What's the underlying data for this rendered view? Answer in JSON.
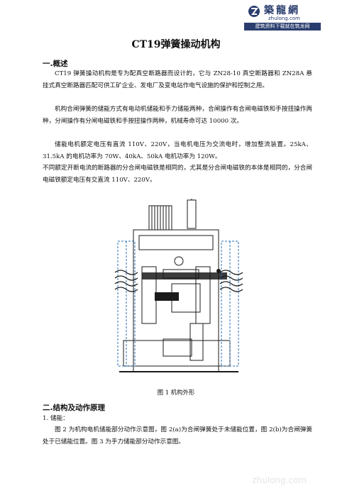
{
  "logo": {
    "name": "築龍網",
    "site": "zhulong.com",
    "slogan": "建筑资料下载就在筑龙网"
  },
  "title": "CT19弹簧操动机构",
  "sections": {
    "overview": {
      "heading": "一.概述",
      "p1": "CT19 弹簧操动机构是专为配真空断路器而设计的，它与 ZN28-10 真空断路器和 ZN28A 悬挂式真空断路器匹配可供工矿企业、发电厂及变电站作电气设施的保护和控制之用。",
      "p2": "机构合闸弹簧的储能方式有电动机储能和手力储能两种，合闸操作有合闸电磁铁和手按扭操作两种，分闸操作有分闸电磁铁和手按扭操作两种，机械寿命可达 10000 次。",
      "p3": "储能电机额定电压有直流 110V、220V，当电机电压为交流电时，增加整流装置。25kA、31.5kA 的电机功率为 70W、40kA、50kA 电机功率为 120W。",
      "p4": "不同额定开断电流的断路器的分合闸电磁铁是相同的，尤其是分合闸电磁铁的本体是相同的，分合闸电磁铁额定电压有交直流 110V、220V。"
    },
    "figure": {
      "caption": "图 1    机构外形"
    },
    "structure": {
      "heading": "二.结构及动作原理",
      "item1": "1.  储能：",
      "p5": "图 2 为机构电机储能部分动作示意图，图 2(a)为合闸弹簧处于未储能位置，图 2(b)为合闸弹簧处于已储能位置。图 3 为手力储能部分动作示意图。"
    }
  },
  "watermark": "zhulong.com"
}
